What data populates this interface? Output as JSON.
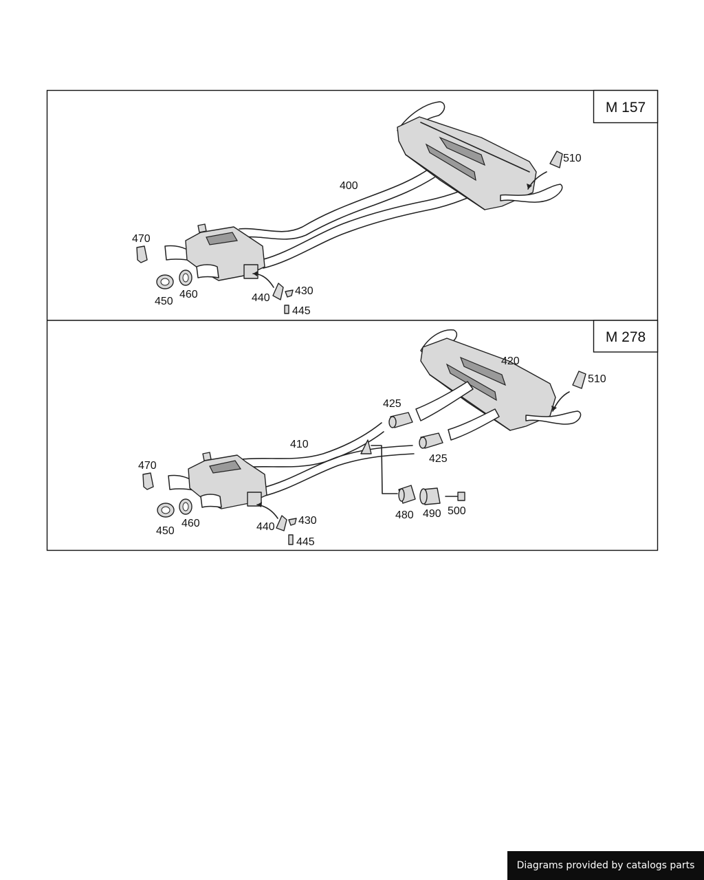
{
  "panels": [
    {
      "tag": "M 157",
      "labels": {
        "p400": "400",
        "p510": "510",
        "p470": "470",
        "p450": "450",
        "p460": "460",
        "p440": "440",
        "p430": "430",
        "p445": "445"
      }
    },
    {
      "tag": "M 278",
      "labels": {
        "p420": "420",
        "p510": "510",
        "p425a": "425",
        "p425b": "425",
        "p410": "410",
        "p470": "470",
        "p450": "450",
        "p460": "460",
        "p440": "440",
        "p430": "430",
        "p445": "445",
        "p480": "480",
        "p490": "490",
        "p500": "500"
      }
    }
  ],
  "footer": {
    "text": "Diagrams provided by catalogs parts"
  },
  "colors": {
    "line": "#222222",
    "part_fill": "#d9d9d9",
    "footer_bg": "#0d0d0d"
  }
}
